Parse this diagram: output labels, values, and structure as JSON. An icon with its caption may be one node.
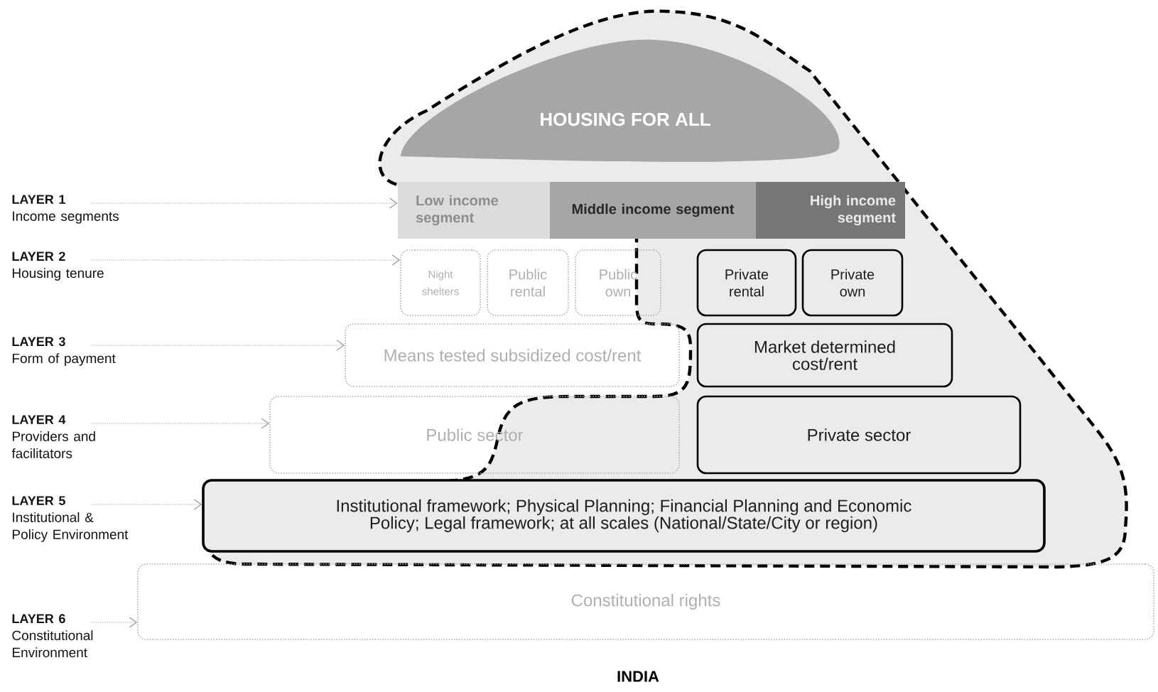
{
  "diagram": {
    "nodes": [
      {
        "text": [
          "LAYER 1",
          "Income segments"
        ]
      },
      {
        "text": [
          "LAYER 2",
          "Housing tenure"
        ]
      },
      {
        "text": [
          "LAYER 3",
          "Form of payment"
        ]
      },
      {
        "text": [
          "LAYER 4",
          "Providers and facilitators"
        ]
      },
      {
        "text": [
          "LAYER 5",
          "Institutional & Policy Environment"
        ]
      },
      {
        "text": [
          "LAYER 6",
          "Constitutional Environment"
        ]
      },
      {
        "text": [
          "HOUSING FOR ALL"
        ]
      },
      {
        "text": [
          "Low income segment"
        ]
      },
      {
        "text": [
          "Middle income segment"
        ]
      },
      {
        "text": [
          "High income segment"
        ]
      },
      {
        "text": [
          "Night shelters"
        ]
      },
      {
        "text": [
          "Public rental"
        ]
      },
      {
        "text": [
          "Public own"
        ]
      },
      {
        "text": [
          "Private rental"
        ]
      },
      {
        "text": [
          "Private own"
        ]
      },
      {
        "text": [
          "Means tested subsidized cost/rent"
        ]
      },
      {
        "text": [
          "Market determined cost/rent"
        ]
      },
      {
        "text": [
          "Public sector"
        ]
      },
      {
        "text": [
          "Private sector"
        ]
      },
      {
        "text": [
          "Institutional framework; Physical Planning; Financial Planning and Economic Policy; Legal framework; at all scales (National/State/City or region)"
        ]
      },
      {
        "text": [
          "Constitutional rights"
        ]
      }
    ],
    "edges": [
      {
        "from": 0,
        "to": 7,
        "arrow": "to",
        "style": "dashed"
      },
      {
        "from": 1,
        "to": 10,
        "arrow": "to",
        "style": "dashed"
      },
      {
        "from": 2,
        "to": 15,
        "arrow": "to",
        "style": "dashed"
      },
      {
        "from": 3,
        "to": 17,
        "arrow": "to",
        "style": "dashed"
      },
      {
        "from": 4,
        "to": 19,
        "arrow": "to",
        "style": "dashed"
      },
      {
        "from": 5,
        "to": 20,
        "arrow": "to",
        "style": "dashed"
      }
    ],
    "labels": [
      "INDIA"
    ]
  }
}
